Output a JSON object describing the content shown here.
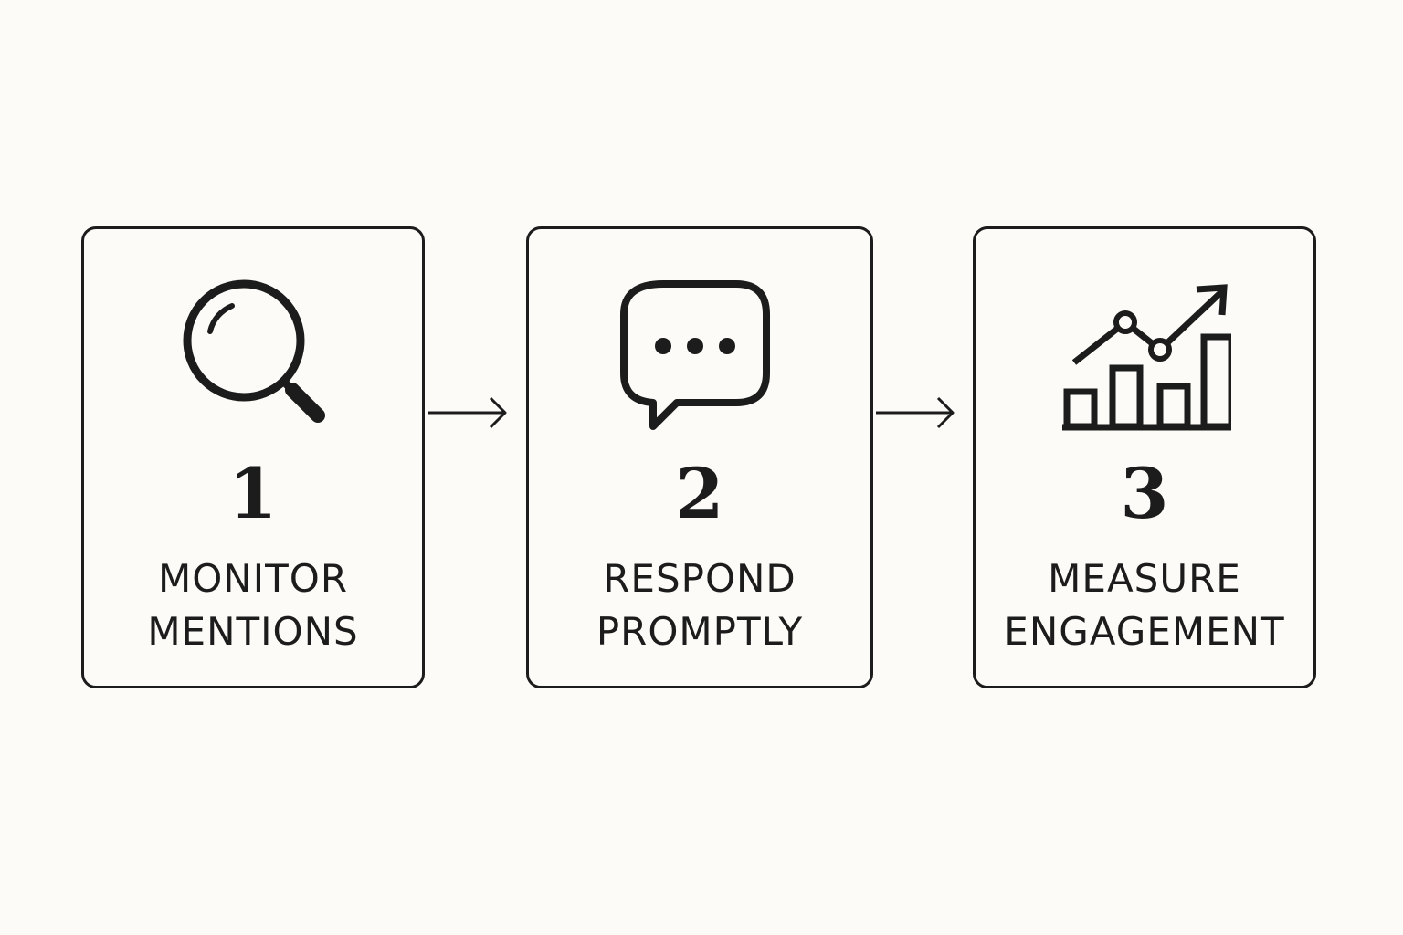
{
  "steps": [
    {
      "number": "1",
      "label_line1": "MONITOR",
      "label_line2": "MENTIONS",
      "icon": "magnifying-glass-icon"
    },
    {
      "number": "2",
      "label_line1": "RESPOND",
      "label_line2": "PROMPTLY",
      "icon": "speech-bubble-icon"
    },
    {
      "number": "3",
      "label_line1": "MEASURE",
      "label_line2": "ENGAGEMENT",
      "icon": "bar-chart-trend-icon"
    }
  ],
  "connectors": [
    "arrow-right-icon",
    "arrow-right-icon"
  ],
  "colors": {
    "background": "#fcfbf7",
    "stroke": "#1c1c1c"
  }
}
